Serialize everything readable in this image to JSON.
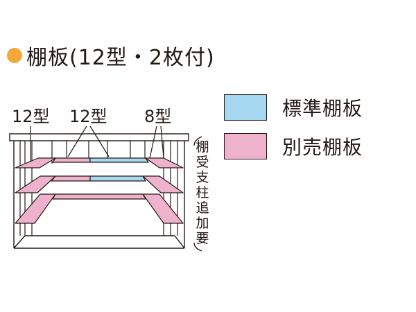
{
  "title": "棚板(12型・2枚付)",
  "colors": {
    "bullet": "#f5a83a",
    "standard_shelf": "#a6d8f1",
    "optional_shelf": "#efb2cd",
    "line": "#231815"
  },
  "diagram": {
    "size_labels": [
      "12型",
      "12型",
      "8型"
    ],
    "side_note_chars": [
      "棚",
      "受",
      "支",
      "柱",
      "追",
      "加",
      "要"
    ]
  },
  "legend": [
    {
      "label": "標準棚板",
      "color": "#a6d8f1"
    },
    {
      "label": "別売棚板",
      "color": "#efb2cd"
    }
  ]
}
